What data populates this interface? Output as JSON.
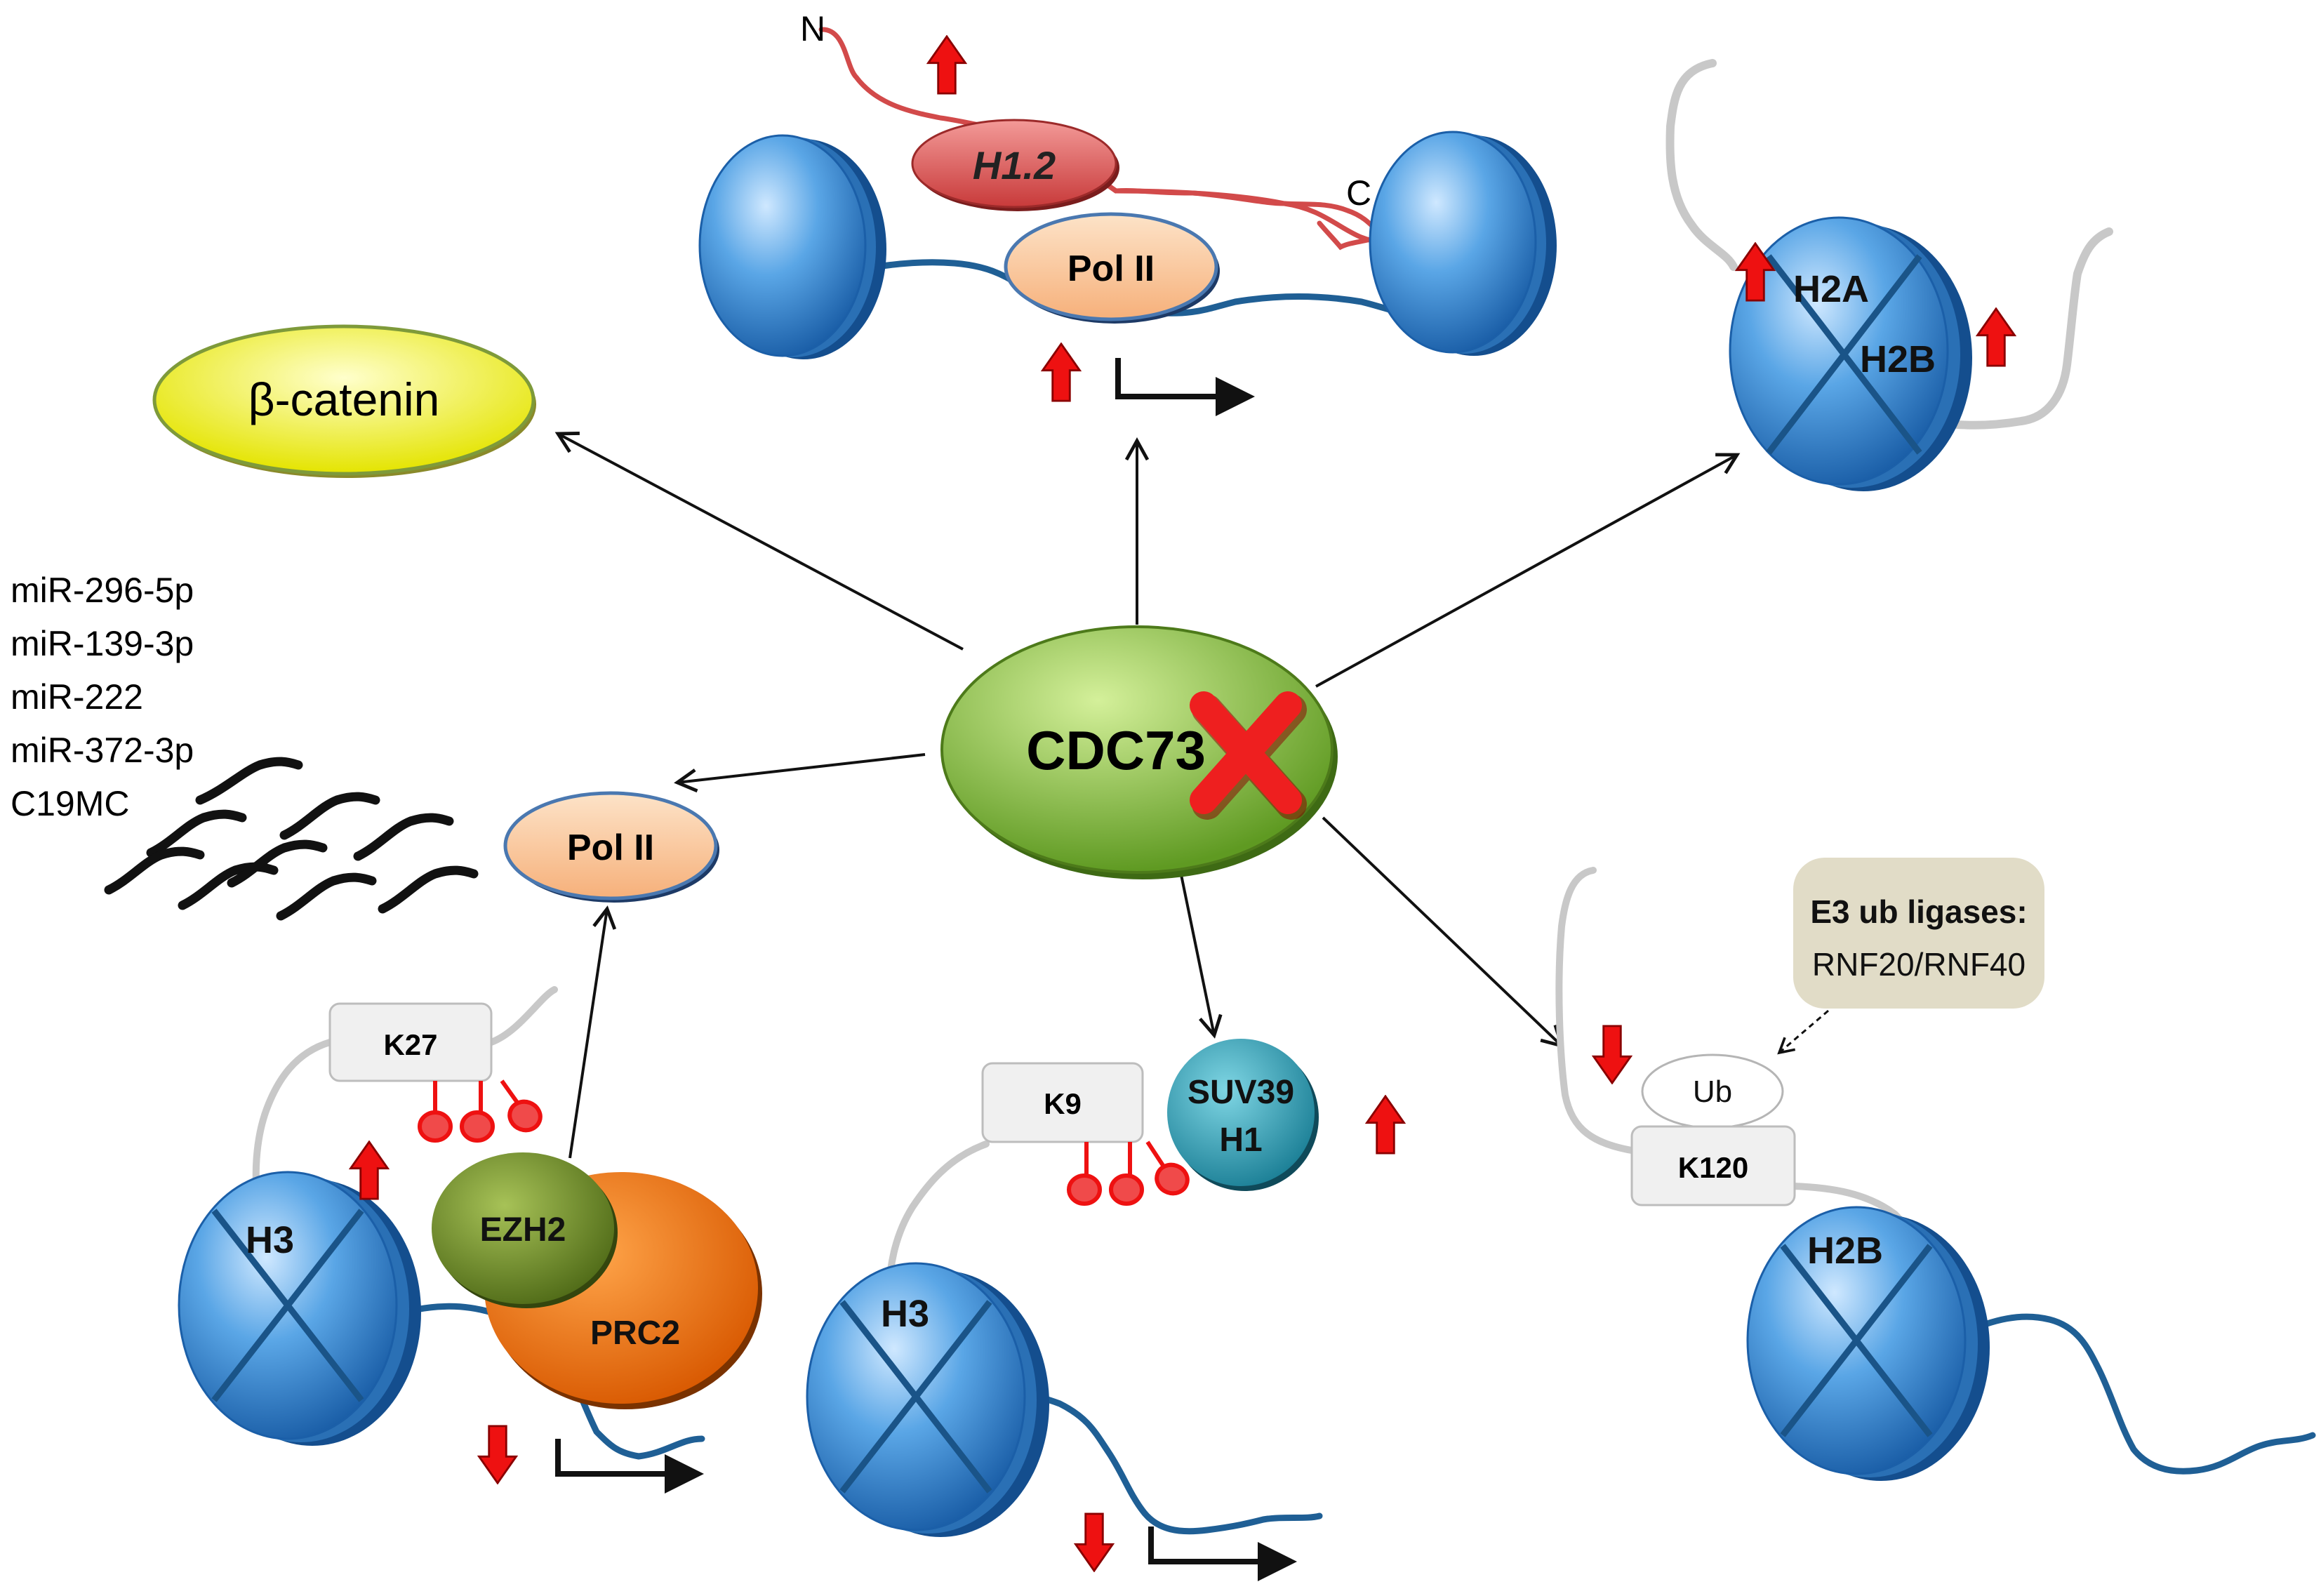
{
  "center": {
    "label": "CDC73"
  },
  "beta_catenin": {
    "label": "β-catenin"
  },
  "top_panel": {
    "h12_label": "H1.2",
    "n_terminus": "N",
    "c_terminus": "C",
    "polii_label": "Pol II"
  },
  "top_right_panel": {
    "h2a_label": "H2A",
    "h2b_label": "H2B"
  },
  "mirna": {
    "items": [
      "miR-296-5p",
      "miR-139-3p",
      "miR-222",
      "miR-372-3p",
      "C19MC"
    ]
  },
  "left_polii": {
    "label": "Pol II"
  },
  "bottom_left_panel": {
    "k27_label": "K27",
    "h3_label": "H3",
    "ezh2_label": "EZH2",
    "prc2_label": "PRC2"
  },
  "bottom_center_panel": {
    "k9_label": "K9",
    "suv_line1": "SUV39",
    "suv_line2": "H1",
    "h3_label": "H3"
  },
  "bottom_right_panel": {
    "e3_title": "E3 ub ligases:",
    "e3_names": "RNF20/RNF40",
    "ub_label": "Ub",
    "k120_label": "K120",
    "h2b_label": "H2B"
  },
  "colors": {
    "nucleosome": "#4a97d8",
    "dna": "#1f5f95",
    "tail": "#c8c8c8",
    "h12_tail": "#d24a4a",
    "arrow_red": "#ee1111",
    "cdc73": "#8fc040",
    "prc2": "#f57a00",
    "ezh2": "#6e8f2a",
    "suv39": "#2fa0b8",
    "polii": "#fcc89b",
    "beta_catenin": "#f6f52a",
    "e3_box": "#e1dcc7"
  }
}
